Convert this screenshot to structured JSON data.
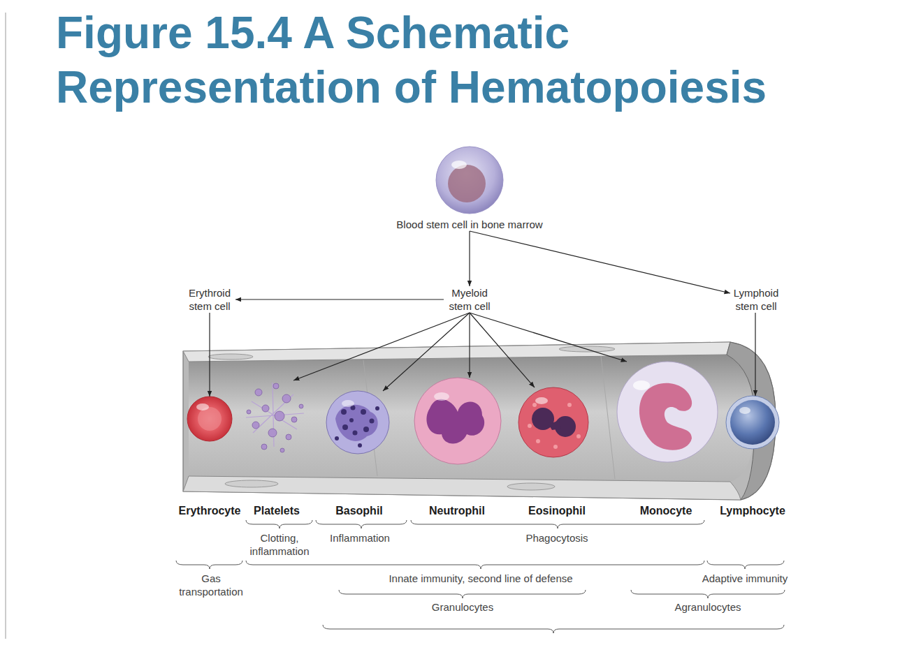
{
  "diagram": {
    "title": "Figure 15.4 A Schematic Representation of Hematopoiesis",
    "nodes": [
      {
        "text": [
          "Blood stem cell in bone marrow"
        ]
      },
      {
        "text": [
          "Erythroid stem cell"
        ]
      },
      {
        "text": [
          "Myeloid stem cell"
        ]
      },
      {
        "text": [
          "Lymphoid stem cell"
        ]
      },
      {
        "text": [
          "Erythrocyte"
        ]
      },
      {
        "text": [
          "Platelets"
        ]
      },
      {
        "text": [
          "Basophil"
        ]
      },
      {
        "text": [
          "Neutrophil"
        ]
      },
      {
        "text": [
          "Eosinophil"
        ]
      },
      {
        "text": [
          "Monocyte"
        ]
      },
      {
        "text": [
          "Lymphocyte"
        ]
      }
    ],
    "edges": [
      {
        "from": 0,
        "to": 2,
        "arrow": "to"
      },
      {
        "from": 0,
        "to": 3,
        "arrow": "to"
      },
      {
        "from": 2,
        "to": 1,
        "arrow": "to"
      },
      {
        "from": 2,
        "to": 5,
        "arrow": "to"
      },
      {
        "from": 2,
        "to": 6,
        "arrow": "to"
      },
      {
        "from": 2,
        "to": 7,
        "arrow": "to"
      },
      {
        "from": 2,
        "to": 8,
        "arrow": "to"
      },
      {
        "from": 2,
        "to": 9,
        "arrow": "to"
      },
      {
        "from": 1,
        "to": 4,
        "arrow": "to"
      },
      {
        "from": 3,
        "to": 10,
        "arrow": "to"
      }
    ],
    "labels": [
      "Clotting, inflammation",
      "Inflammation",
      "Phagocytosis",
      "Gas transportation",
      "Innate immunity, second line of defense",
      "Adaptive immunity",
      "Granulocytes",
      "Agranulocytes"
    ]
  }
}
